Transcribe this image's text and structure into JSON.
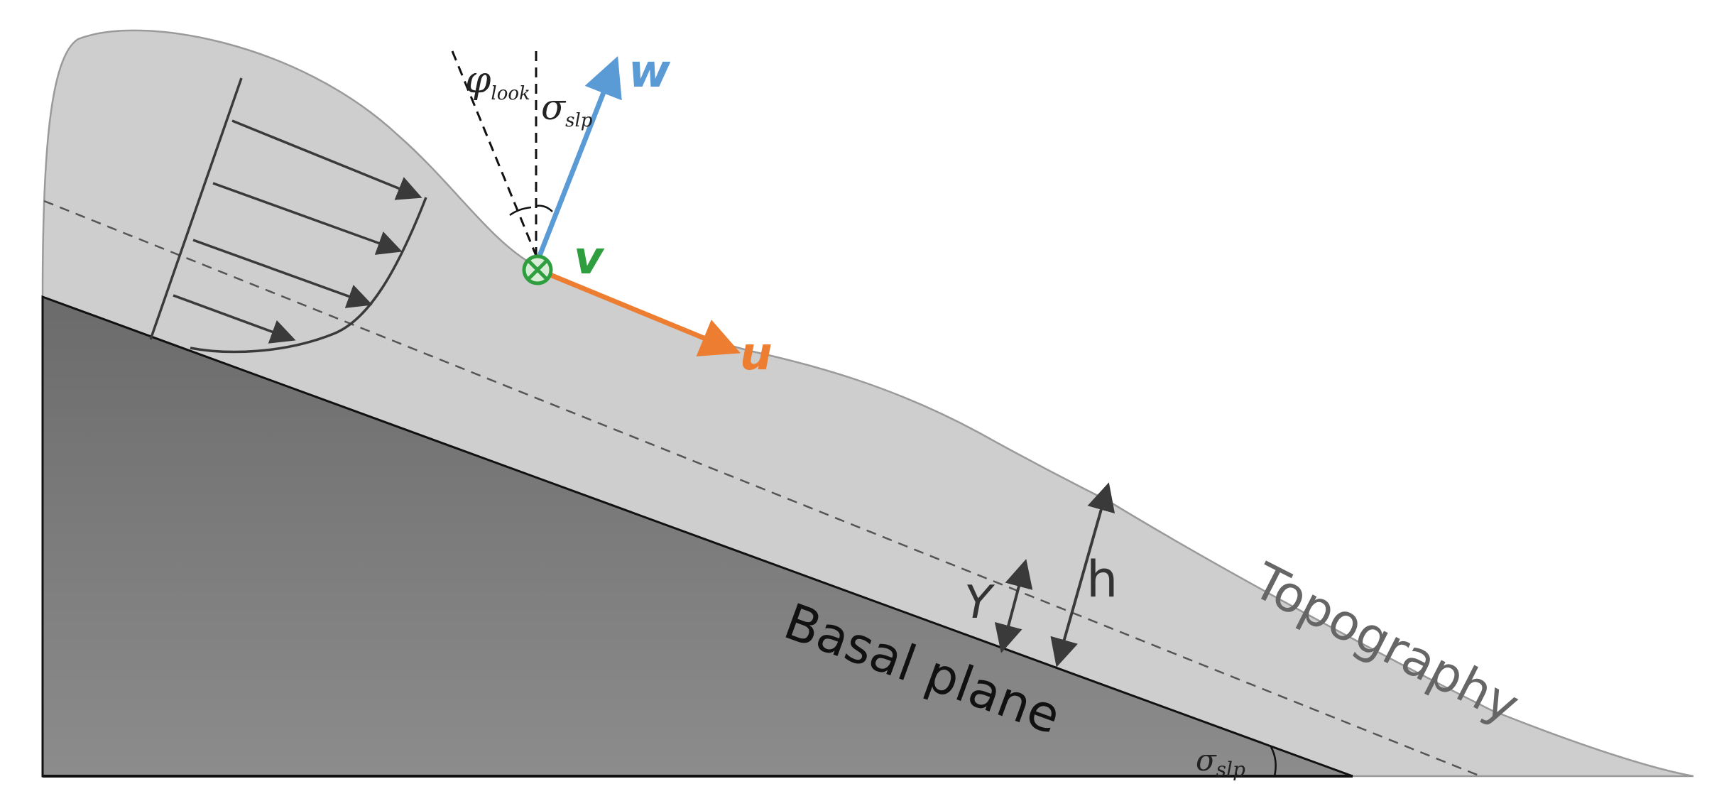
{
  "labels": {
    "w": "w",
    "v": "v",
    "u": "u",
    "phi_main": "φ",
    "phi_sub": "look",
    "sigma_main": "σ",
    "sigma_sub": "slp",
    "h": "h",
    "y": "Y",
    "basal_plane": "Basal plane",
    "topography": "Topography"
  },
  "colors": {
    "flow_fill": "#cfcfcf",
    "base_gradient_top": "#6e6e6e",
    "base_gradient_bottom": "#8a8a8a",
    "outline": "#999999",
    "w": "#5b9bd5",
    "v": "#2e9e3f",
    "u": "#ed7d31",
    "arrow": "#3a3a3a",
    "text_dark": "#222222",
    "text_gray": "#666666"
  },
  "icons": {
    "v_marker": "circle-x-icon"
  }
}
